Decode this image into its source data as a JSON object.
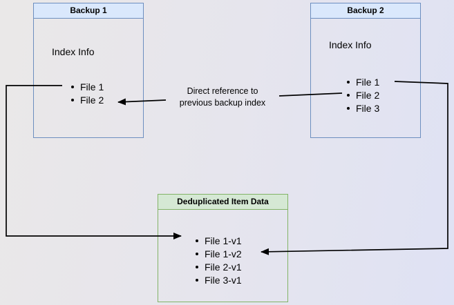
{
  "backup1": {
    "title": "Backup 1",
    "body_label": "Index Info",
    "items": [
      "File 1",
      "File 2"
    ]
  },
  "backup2": {
    "title": "Backup 2",
    "body_label": "Index Info",
    "items": [
      "File 1",
      "File 2",
      "File 3"
    ]
  },
  "dedup": {
    "title": "Deduplicated Item Data",
    "items": [
      "File 1-v1",
      "File 1-v2",
      "File 2-v1",
      "File 3-v1"
    ]
  },
  "annotation": {
    "line1": "Direct reference to",
    "line2": "previous backup index"
  },
  "colors": {
    "blue_fill": "#dae8fc",
    "blue_border": "#6c8ebf",
    "green_fill": "#d5e8d4",
    "green_border": "#82b366",
    "arrow": "#000000"
  }
}
